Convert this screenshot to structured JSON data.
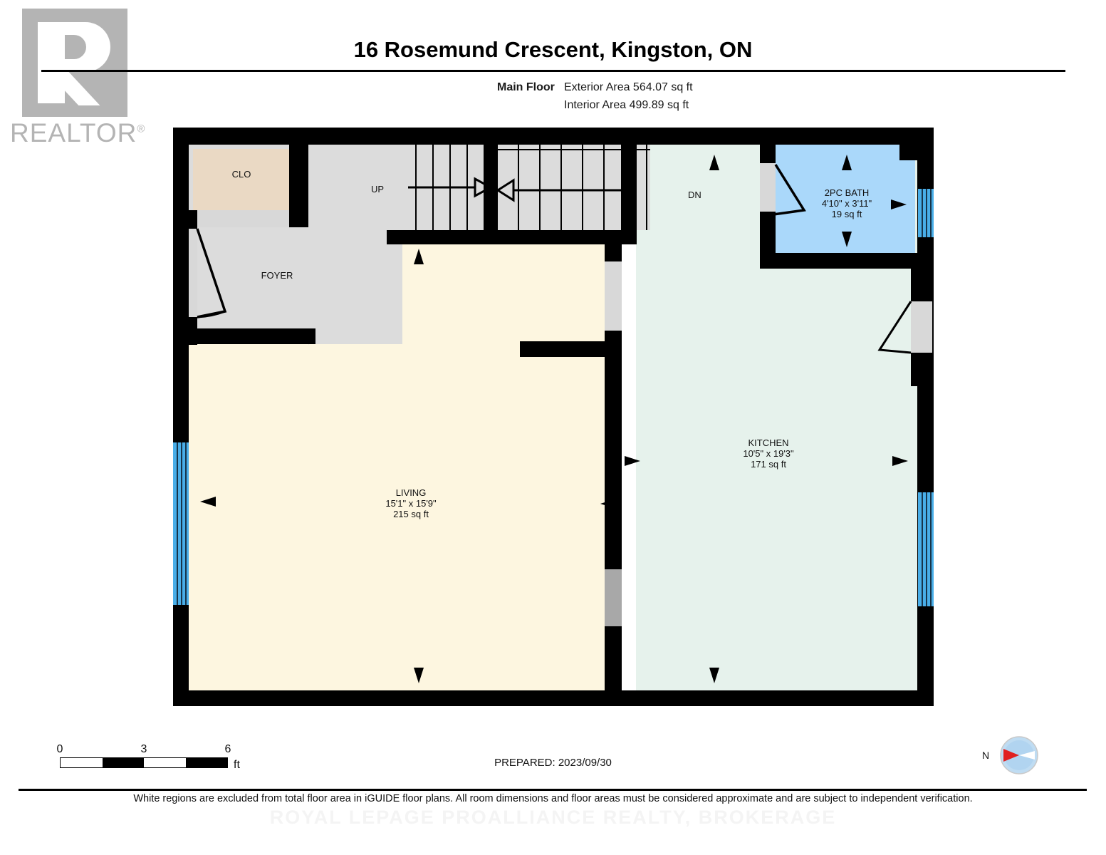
{
  "logo": {
    "mark_name": "realtor-r-mark",
    "word": "REALTOR",
    "registered": "®",
    "color": "#b4b4b4"
  },
  "header": {
    "title": "16 Rosemund Crescent, Kingston, ON",
    "floor_label": "Main Floor",
    "exterior_area": "Exterior Area 564.07 sq ft",
    "interior_area": "Interior Area 499.89 sq ft"
  },
  "plan": {
    "rooms": [
      {
        "key": "living",
        "name": "LIVING",
        "dimensions": "15'1\" x 15'9\"",
        "area": "215 sq ft",
        "color": "#fdf6e0"
      },
      {
        "key": "kitchen",
        "name": "KITCHEN",
        "dimensions": "10'5\" x 19'3\"",
        "area": "171 sq ft",
        "color": "#e6f2ec"
      },
      {
        "key": "bath",
        "name": "2PC BATH",
        "dimensions": "4'10\" x 3'11\"",
        "area": "19 sq ft",
        "color": "#aad8fa"
      },
      {
        "key": "foyer",
        "name": "FOYER",
        "dimensions": "",
        "area": "",
        "color": "#dcdcdc"
      },
      {
        "key": "closet",
        "name": "CLO",
        "dimensions": "",
        "area": "",
        "color": "#ead9c4"
      }
    ],
    "stair_tags": {
      "up": "UP",
      "down": "DN"
    }
  },
  "scale": {
    "ticks": [
      "0",
      "3",
      "6"
    ],
    "unit": "ft"
  },
  "footer": {
    "prepared": "PREPARED: 2023/09/30",
    "disclaimer": "White regions are excluded from total floor area in iGUIDE floor plans. All room dimensions and floor areas must be considered approximate and are subject to independent verification.",
    "watermark": "ROYAL LEPAGE PROALLIANCE REALTY, BROKERAGE"
  },
  "compass": {
    "label": "N",
    "needle_color": "#e02020",
    "dial_color": "#bfdcf2"
  }
}
